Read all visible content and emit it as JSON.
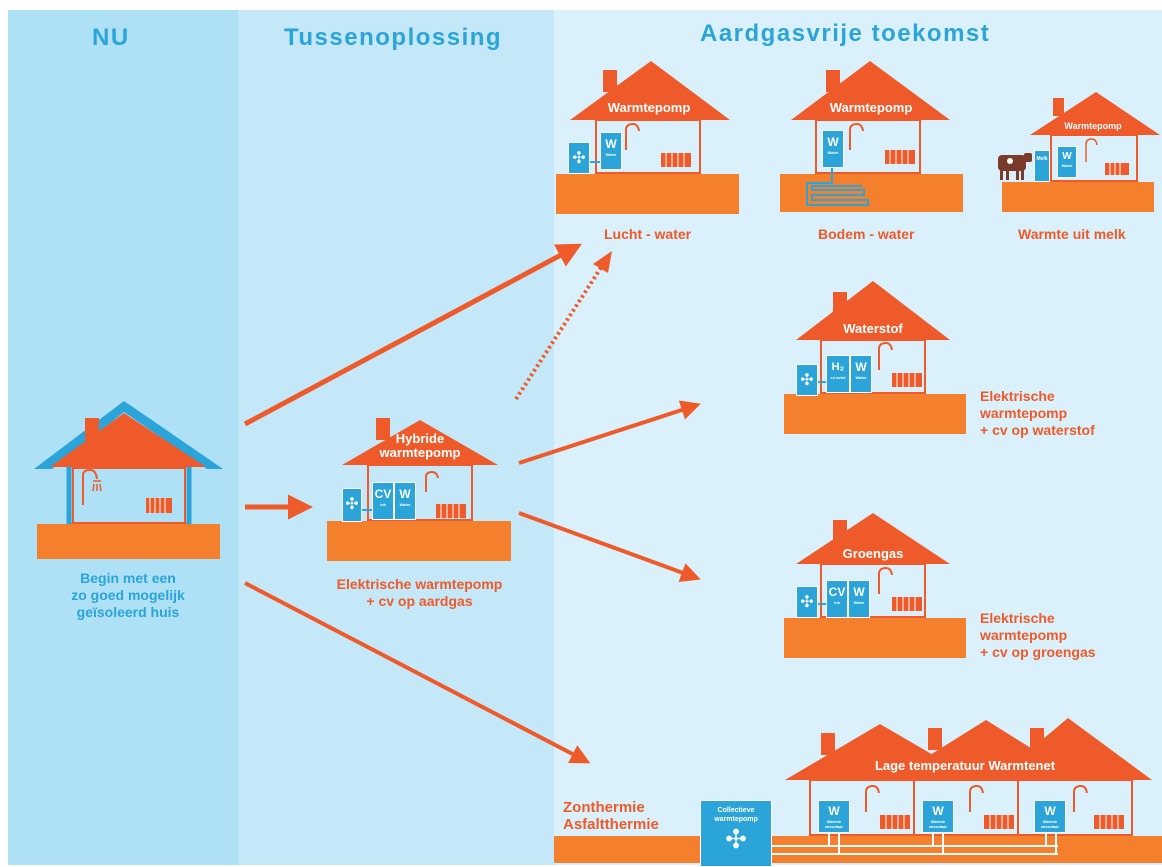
{
  "columns": {
    "now": "NU",
    "interim": "Tussenoplossing",
    "future": "Aardgasvrije toekomst"
  },
  "start": {
    "caption_l1": "Begin met een",
    "caption_l2": "zo goed mogelijk",
    "caption_l3": "geïsoleerd huis"
  },
  "hybrid": {
    "roof_l1": "Hybride",
    "roof_l2": "warmtepomp",
    "caption_l1": "Elektrische warmtepomp",
    "caption_l2": "+ cv op aardgas",
    "cv": "CV",
    "cv_sub": "ink",
    "w": "W",
    "w_sub": "Water"
  },
  "air_water": {
    "roof": "Warmtepomp",
    "caption": "Lucht - water",
    "w": "W",
    "w_sub": "Water"
  },
  "ground_water": {
    "roof": "Warmtepomp",
    "caption": "Bodem - water",
    "w": "W",
    "w_sub": "Water"
  },
  "milk": {
    "roof": "Warmtepomp",
    "caption": "Warmte uit melk",
    "milk_label": "Melk",
    "w": "W",
    "w_sub": "Water"
  },
  "hydrogen": {
    "roof": "Waterstof",
    "caption_l1": "Elektrische",
    "caption_l2": "warmtepomp",
    "caption_l3": "+ cv op waterstof",
    "h2": "H₂",
    "h2_sub": "cv-ketel",
    "w": "W",
    "w_sub": "Water"
  },
  "greengas": {
    "roof": "Groengas",
    "caption_l1": "Elektrische",
    "caption_l2": "warmtepomp",
    "caption_l3": "+ cv op groengas",
    "cv": "CV",
    "cv_sub": "ink",
    "w": "W",
    "w_sub": "Water"
  },
  "heatnet": {
    "roof": "Lage temperatuur Warmtenet",
    "source_l1": "Zonthermie",
    "source_l2": "Asfaltthermie",
    "collective_l1": "Collectieve",
    "collective_l2": "warmtepomp",
    "w": "W",
    "w_sub": "Warmte wisselaar"
  },
  "colors": {
    "orange": "#ef5a2a",
    "ground": "#f47f2c",
    "blue": "#2aa4d9",
    "bg_now": "#aee0f6",
    "bg_interim": "#c4e8f8",
    "bg_future": "#daf1fb"
  }
}
